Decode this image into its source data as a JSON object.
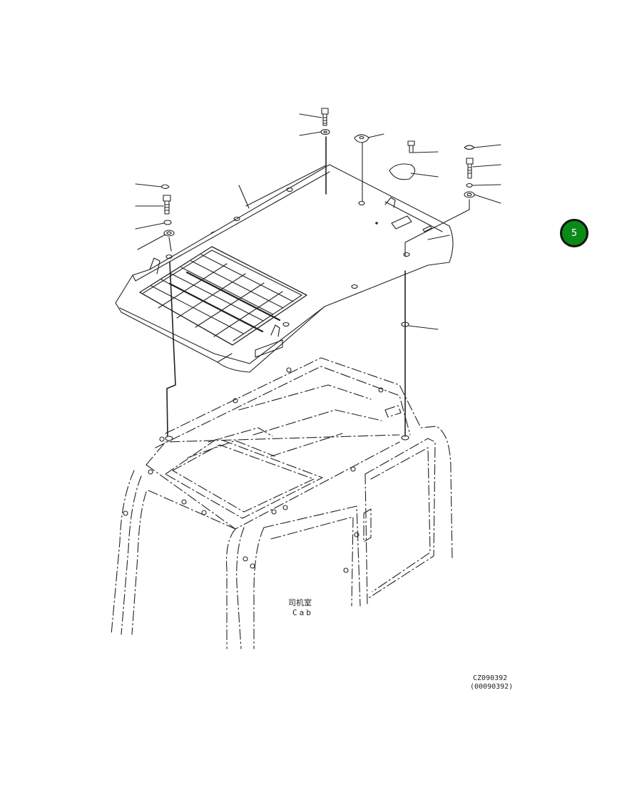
{
  "cab_label_cn": "司机室",
  "cab_label_en": "Cab",
  "drawing_code": "CZ090392",
  "drawing_code_alt": "(00090392)",
  "page_badge": "5",
  "colors": {
    "badge_fill": "#0a8a17",
    "line": "#222222"
  }
}
